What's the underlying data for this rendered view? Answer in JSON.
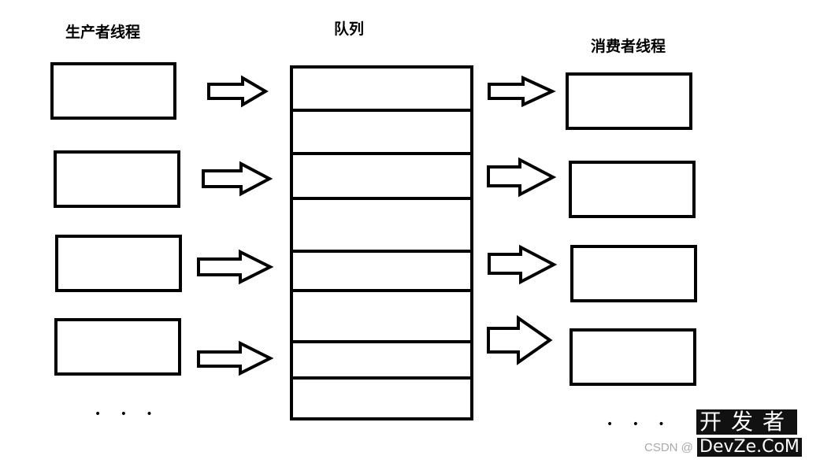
{
  "titles": {
    "producer": "生产者线程",
    "queue": "队列",
    "consumer": "消费者线程"
  },
  "producers": {
    "count": 4,
    "ellipsis": "。。。"
  },
  "queue": {
    "cell_count": 8
  },
  "consumers": {
    "count": 4,
    "ellipsis": "。。。"
  },
  "watermark": {
    "chinese": "开发者",
    "site": "DevZe.CoM",
    "prefix": "CSDN @"
  },
  "colors": {
    "stroke": "#000000",
    "background": "#ffffff"
  }
}
